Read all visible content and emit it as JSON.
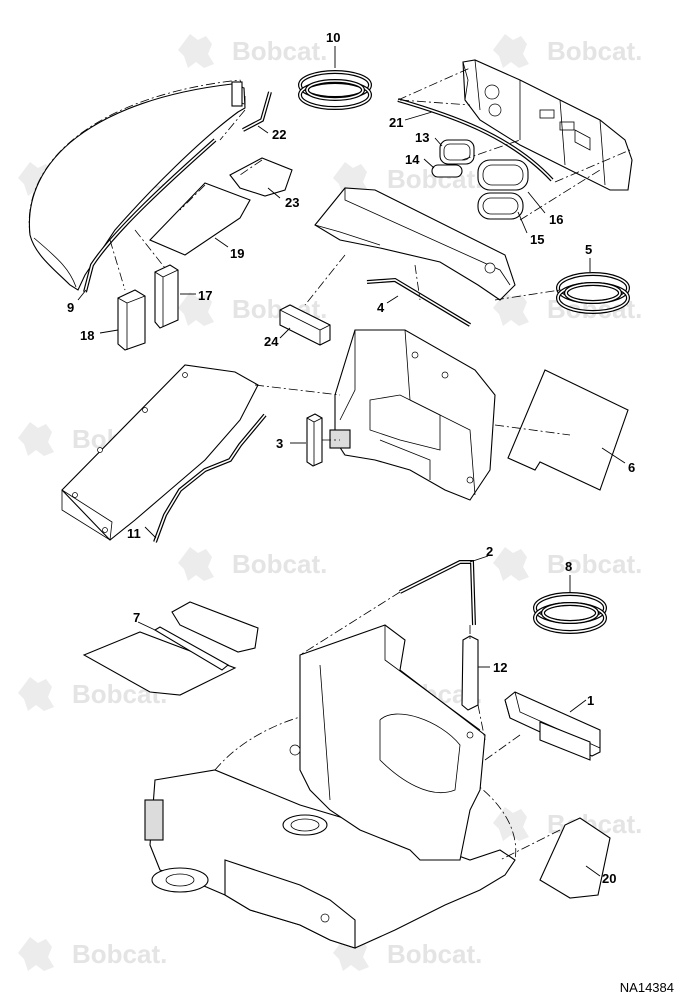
{
  "diagram": {
    "watermark_text": "Bobcat.",
    "drawing_id": "NA14384",
    "callouts": [
      {
        "id": "c1",
        "label": "1"
      },
      {
        "id": "c2",
        "label": "2"
      },
      {
        "id": "c3",
        "label": "3"
      },
      {
        "id": "c4",
        "label": "4"
      },
      {
        "id": "c5",
        "label": "5"
      },
      {
        "id": "c6",
        "label": "6"
      },
      {
        "id": "c7",
        "label": "7"
      },
      {
        "id": "c8",
        "label": "8"
      },
      {
        "id": "c9",
        "label": "9"
      },
      {
        "id": "c10",
        "label": "10"
      },
      {
        "id": "c11",
        "label": "11"
      },
      {
        "id": "c12",
        "label": "12"
      },
      {
        "id": "c13",
        "label": "13"
      },
      {
        "id": "c14",
        "label": "14"
      },
      {
        "id": "c15",
        "label": "15"
      },
      {
        "id": "c16",
        "label": "16"
      },
      {
        "id": "c17",
        "label": "17"
      },
      {
        "id": "c18",
        "label": "18"
      },
      {
        "id": "c19",
        "label": "19"
      },
      {
        "id": "c20",
        "label": "20"
      },
      {
        "id": "c21",
        "label": "21"
      },
      {
        "id": "c22",
        "label": "22"
      },
      {
        "id": "c23",
        "label": "23"
      },
      {
        "id": "c24",
        "label": "24"
      }
    ]
  }
}
